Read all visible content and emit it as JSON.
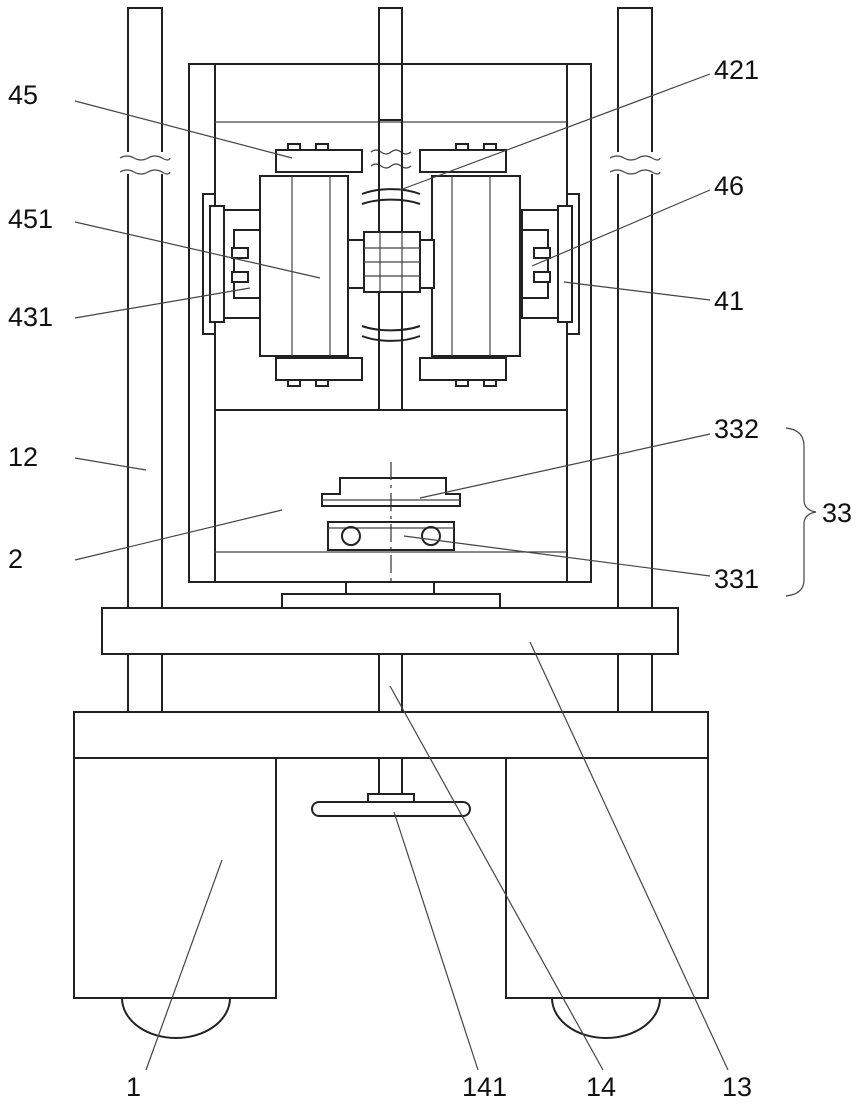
{
  "labels": {
    "l45": "45",
    "l421": "421",
    "l451": "451",
    "l46": "46",
    "l431": "431",
    "l41": "41",
    "l332": "332",
    "l12": "12",
    "l33": "33",
    "l2": "2",
    "l331": "331",
    "l1": "1",
    "l141": "141",
    "l14": "14",
    "l13": "13"
  }
}
